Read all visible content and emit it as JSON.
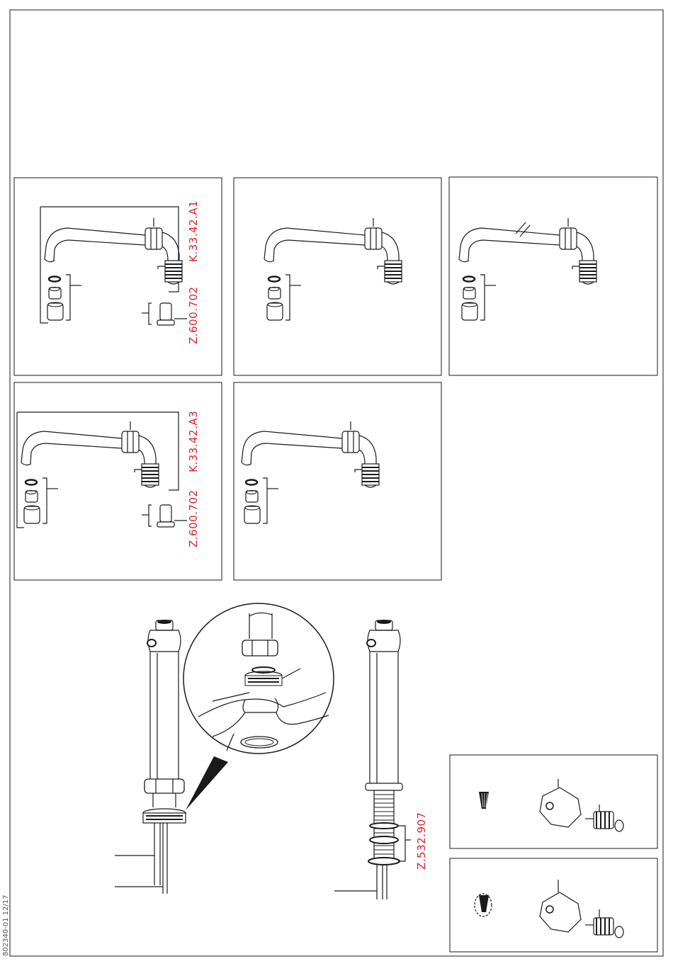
{
  "labels": {
    "spout_kit_a1": "K.33.42.A1",
    "spout_kit_a3": "K.33.42.A3",
    "restrictor_1": "Z.600.702",
    "restrictor_2": "Z.600.702",
    "washer_kit": "Z.532.907",
    "doc_number": "802340-01 12/17"
  },
  "colors": {
    "accent": "#d9232e",
    "line": "#1a1a1a"
  }
}
